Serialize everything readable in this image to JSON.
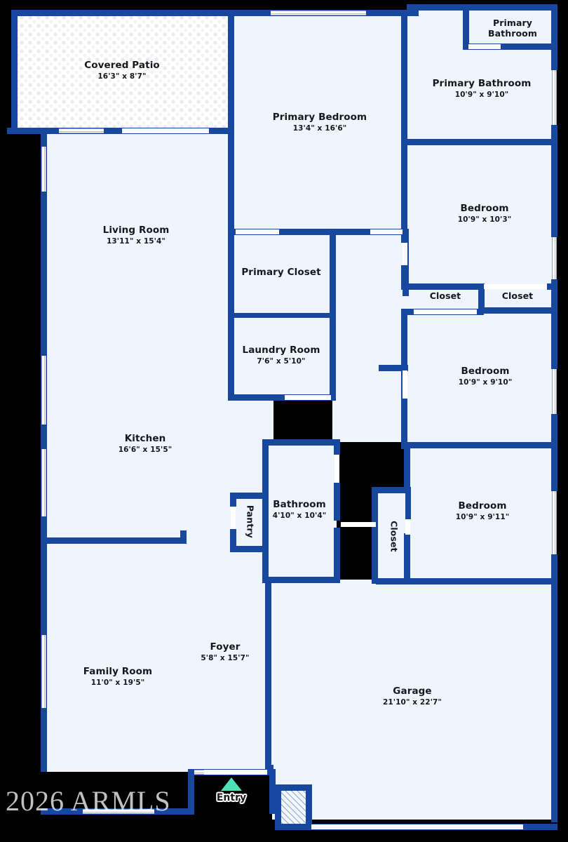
{
  "document": {
    "type": "residential-floor-plan",
    "watermark": "2026 ARMLS",
    "colors": {
      "wall": "#17479e",
      "floor": "#eef5fd",
      "background": "#000000",
      "entry_marker": "#4fe0b6",
      "patio_tile": "#e9eaee"
    }
  },
  "entry": {
    "label": "Entry",
    "marker_icon": "up-triangle-icon"
  },
  "rooms": [
    {
      "id": "covered-patio",
      "name": "Covered Patio",
      "dimensions": "16'3\" x 8'7\""
    },
    {
      "id": "primary-bedroom",
      "name": "Primary Bedroom",
      "dimensions": "13'4\" x 16'6\""
    },
    {
      "id": "primary-water-closet",
      "name": "Primary Bathroom",
      "dimensions": ""
    },
    {
      "id": "primary-bathroom",
      "name": "Primary Bathroom",
      "dimensions": "10'9\" x 9'10\""
    },
    {
      "id": "bedroom-2",
      "name": "Bedroom",
      "dimensions": "10'9\" x 10'3\""
    },
    {
      "id": "closet-left",
      "name": "Closet",
      "dimensions": ""
    },
    {
      "id": "closet-right",
      "name": "Closet",
      "dimensions": ""
    },
    {
      "id": "bedroom-3",
      "name": "Bedroom",
      "dimensions": "10'9\" x 9'10\""
    },
    {
      "id": "bedroom-4",
      "name": "Bedroom",
      "dimensions": "10'9\" x 9'11\""
    },
    {
      "id": "bedroom-4-closet",
      "name": "Closet",
      "dimensions": ""
    },
    {
      "id": "living-room",
      "name": "Living Room",
      "dimensions": "13'11\" x 15'4\""
    },
    {
      "id": "primary-closet",
      "name": "Primary Closet",
      "dimensions": ""
    },
    {
      "id": "laundry-room",
      "name": "Laundry Room",
      "dimensions": "7'6\" x 5'10\""
    },
    {
      "id": "kitchen",
      "name": "Kitchen",
      "dimensions": "16'6\" x 15'5\""
    },
    {
      "id": "pantry",
      "name": "Pantry",
      "dimensions": ""
    },
    {
      "id": "bathroom",
      "name": "Bathroom",
      "dimensions": "4'10\" x 10'4\""
    },
    {
      "id": "foyer",
      "name": "Foyer",
      "dimensions": "5'8\" x 15'7\""
    },
    {
      "id": "family-room",
      "name": "Family Room",
      "dimensions": "11'0\" x 19'5\""
    },
    {
      "id": "garage",
      "name": "Garage",
      "dimensions": "21'10\" x 22'7\""
    }
  ]
}
